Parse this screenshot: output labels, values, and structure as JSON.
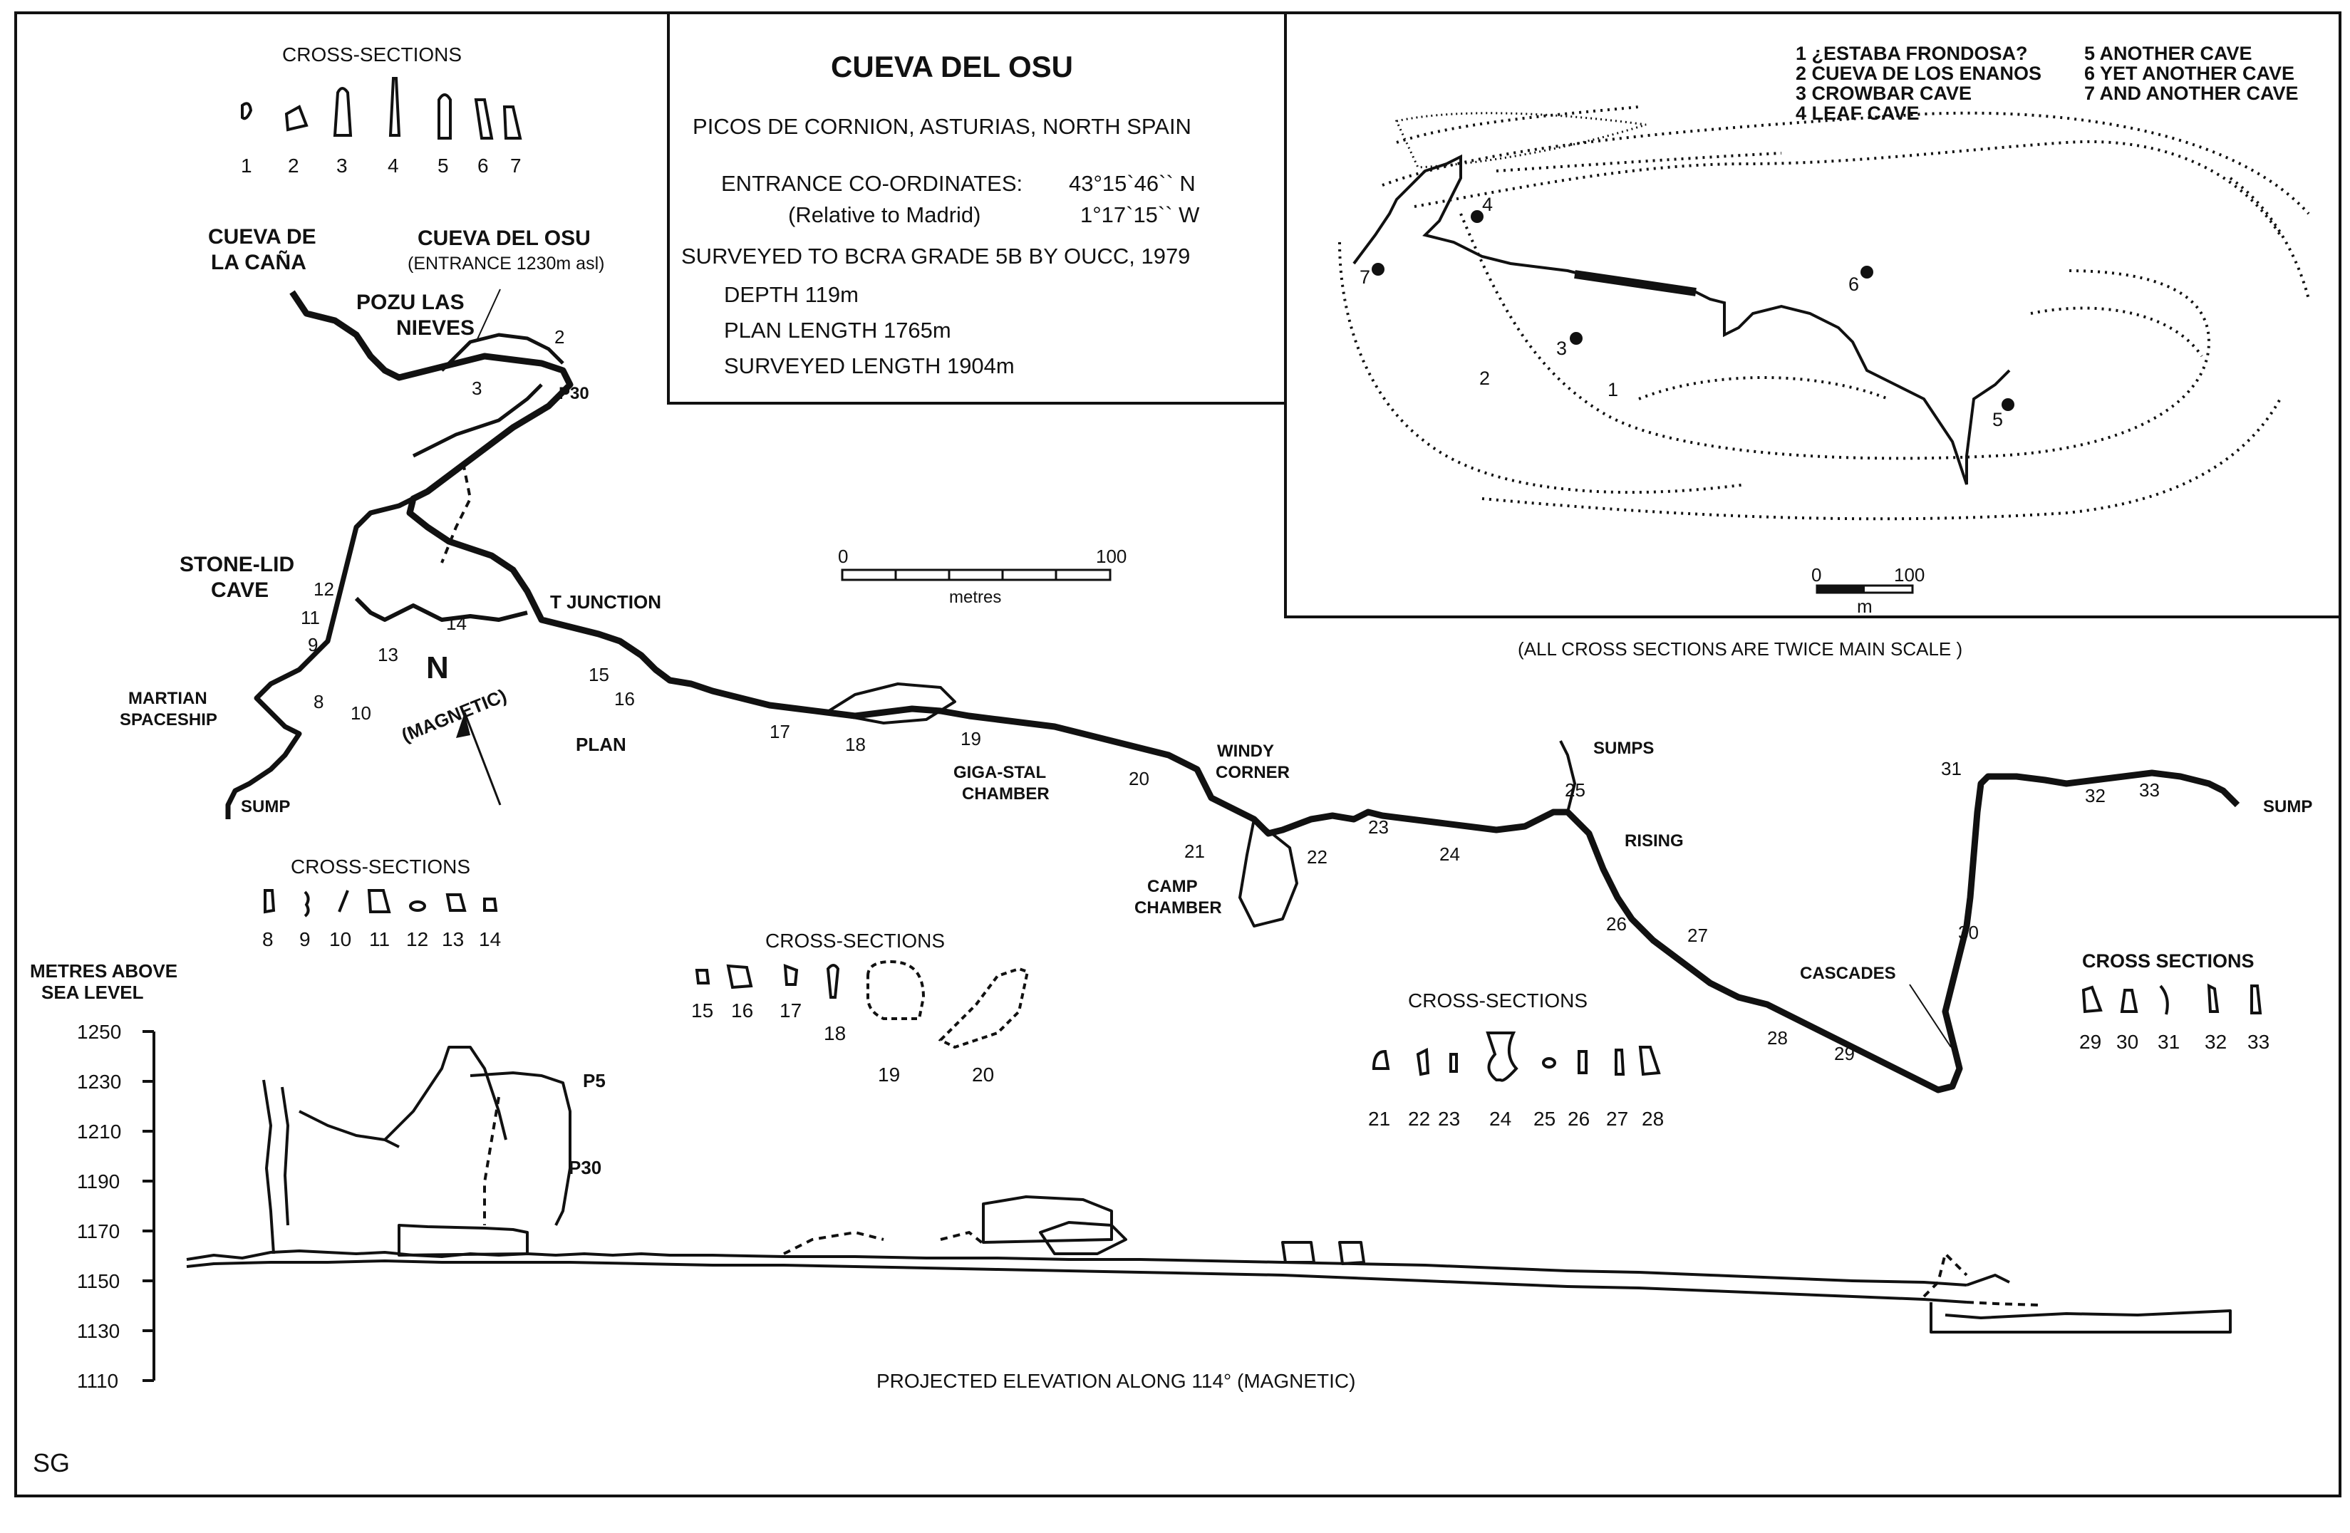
{
  "title_box": {
    "title": "CUEVA DEL OSU",
    "region": "PICOS DE CORNION, ASTURIAS, NORTH SPAIN",
    "coords_label": "ENTRANCE CO-ORDINATES:",
    "lat": "43°15`46`` N",
    "relative": "(Relative to Madrid)",
    "lon": "1°17`15`` W",
    "surveyed": "SURVEYED TO BCRA GRADE 5B BY OUCC, 1979",
    "depth": "DEPTH 119m",
    "plan_length": "PLAN LENGTH 1765m",
    "surveyed_length": "SURVEYED LENGTH 1904m"
  },
  "inset_legend": [
    "1  ¿ESTABA FRONDOSA?",
    "2  CUEVA DE LOS ENANOS",
    "3  CROWBAR CAVE",
    "4  LEAF CAVE",
    "5  ANOTHER CAVE",
    "6  YET ANOTHER CAVE",
    "7  AND ANOTHER CAVE"
  ],
  "inset_markers": [
    "1",
    "2",
    "3",
    "4",
    "5",
    "6",
    "7"
  ],
  "inset_scale": {
    "start": "0",
    "end": "100",
    "unit": "m"
  },
  "main_scale": {
    "start": "0",
    "end": "100",
    "unit": "metres"
  },
  "cross_note": "(ALL CROSS SECTIONS ARE TWICE MAIN SCALE )",
  "section_titles": {
    "cs1": "CROSS-SECTIONS",
    "cs2": "CROSS-SECTIONS",
    "cs3": "CROSS-SECTIONS",
    "cs4": "CROSS-SECTIONS",
    "cs5": "CROSS SECTIONS"
  },
  "cross_section_numbers": {
    "g1": [
      "1",
      "2",
      "3",
      "4",
      "5",
      "6",
      "7"
    ],
    "g2": [
      "8",
      "9",
      "10",
      "11",
      "12",
      "13",
      "14"
    ],
    "g3": [
      "15",
      "16",
      "17",
      "18",
      "19",
      "20"
    ],
    "g4": [
      "21",
      "22",
      "23",
      "24",
      "25",
      "26",
      "27",
      "28"
    ],
    "g5": [
      "29",
      "30",
      "31",
      "32",
      "33"
    ]
  },
  "plan_labels": {
    "cueva_cana_1": "CUEVA DE",
    "cueva_cana_2": "LA CAÑA",
    "cueva_osu": "CUEVA DEL OSU",
    "entrance": "(ENTRANCE 1230m asl)",
    "pozu_1": "POZU LAS",
    "pozu_2": "NIEVES",
    "p30": "P30",
    "stone_1": "STONE-LID",
    "stone_2": "CAVE",
    "martian_1": "MARTIAN",
    "martian_2": "SPACESHIP",
    "sump_w": "SUMP",
    "t_junction": "T JUNCTION",
    "north": "N",
    "magnetic": "(MAGNETIC)",
    "plan": "PLAN",
    "giga_1": "GIGA-STAL",
    "giga_2": "CHAMBER",
    "windy_1": "WINDY",
    "windy_2": "CORNER",
    "camp_1": "CAMP",
    "camp_2": "CHAMBER",
    "sumps": "SUMPS",
    "rising": "RISING",
    "cascades": "CASCADES",
    "sump_e": "SUMP"
  },
  "station_numbers": [
    "2",
    "3",
    "8",
    "9",
    "10",
    "11",
    "12",
    "13",
    "14",
    "15",
    "16",
    "17",
    "18",
    "19",
    "20",
    "21",
    "22",
    "23",
    "24",
    "25",
    "26",
    "27",
    "28",
    "29",
    "30",
    "31",
    "32",
    "33"
  ],
  "elevation": {
    "axis_title_1": "METRES ABOVE",
    "axis_title_2": "SEA LEVEL",
    "ticks": [
      "1250",
      "1230",
      "1210",
      "1190",
      "1170",
      "1150",
      "1130",
      "1110"
    ],
    "p5": "P5",
    "p30": "P30",
    "caption": "PROJECTED ELEVATION ALONG 114° (MAGNETIC)"
  },
  "signature": "SG"
}
